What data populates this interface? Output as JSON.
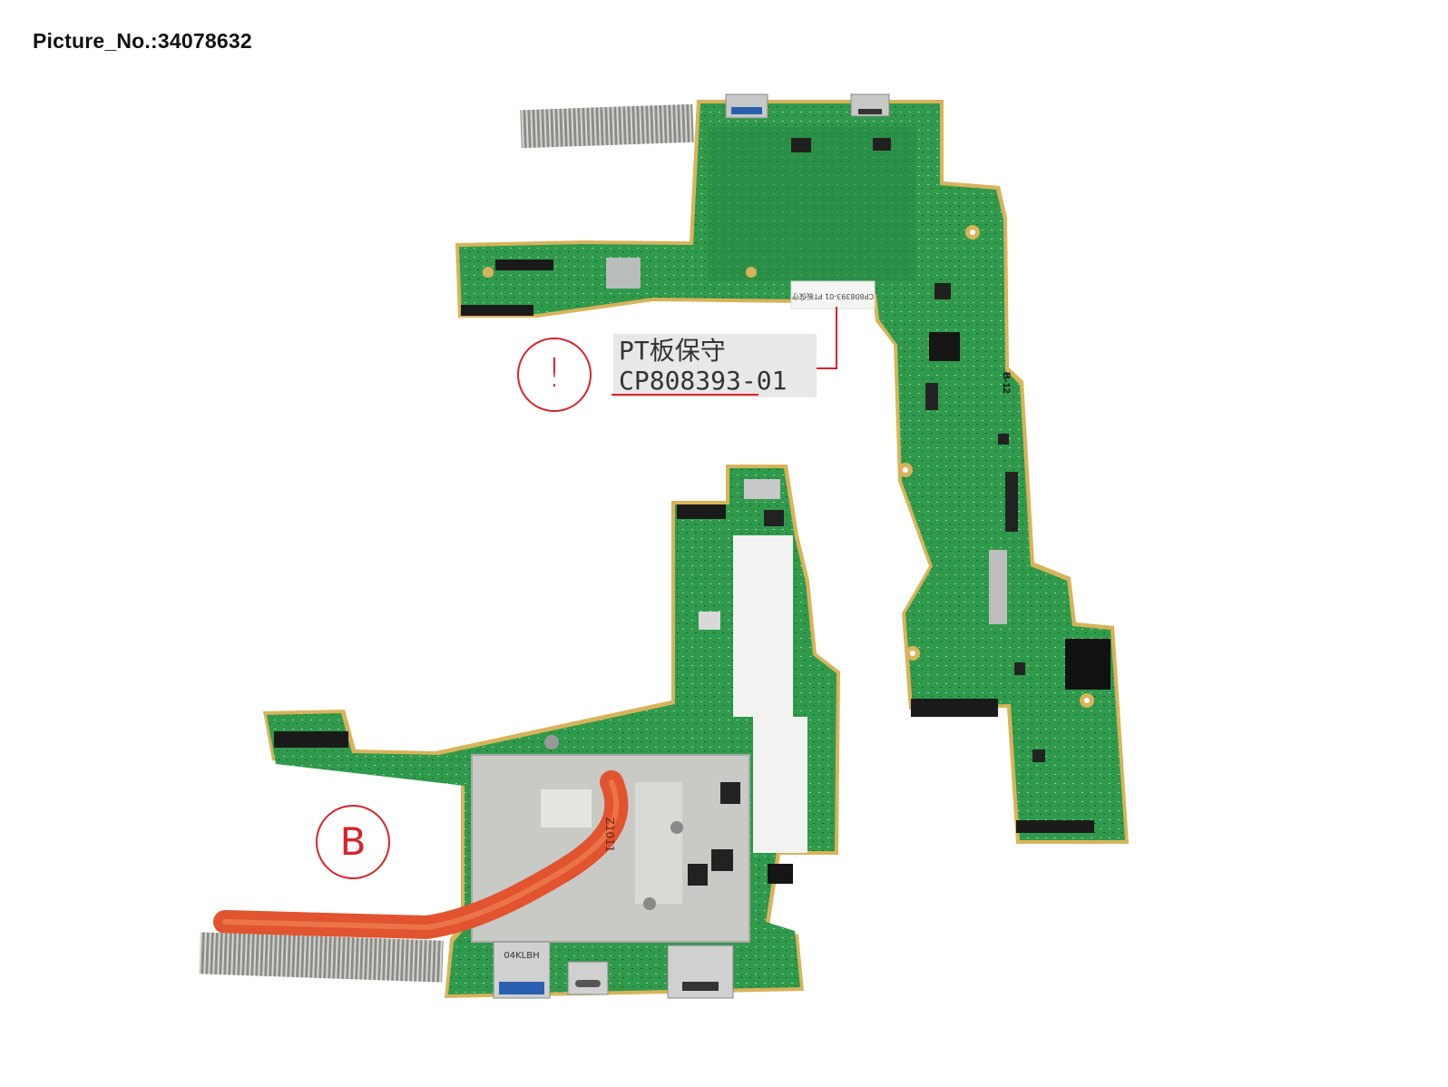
{
  "picture_label": "Picture_No.:34078632",
  "board_top": {
    "sticker_label": "CP808393-01\nPT板保守",
    "side_label": "B-12"
  },
  "callout": {
    "line1": "PT板保守",
    "line2": "CP808393-01",
    "accent_color": "#d8232a"
  },
  "markers": {
    "warning_symbol": "!",
    "board_letter": "B"
  },
  "board_bottom": {
    "port_label": "04KLBH",
    "heatpipe_marking": "Z1011"
  },
  "colors": {
    "pcb_green": "#2f9a4c",
    "heatpipe": "#e2532f",
    "shield": "#c9c9c6",
    "usb_blue": "#2a5fb0"
  }
}
